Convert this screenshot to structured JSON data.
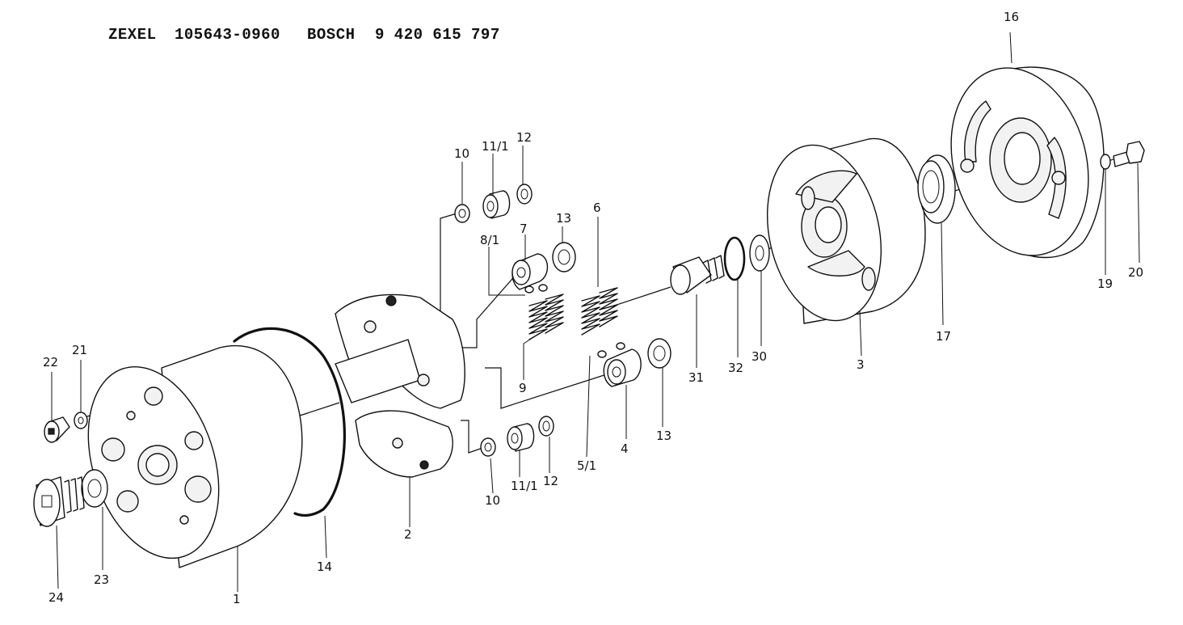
{
  "header": {
    "zexel_label": "ZEXEL",
    "zexel_number": "105643-0960",
    "bosch_label": "BOSCH",
    "bosch_number": "9 420 615 797"
  },
  "callouts": {
    "c1": "1",
    "c2": "2",
    "c3": "3",
    "c4": "4",
    "c5_1": "5/1",
    "c6": "6",
    "c7": "7",
    "c8_1": "8/1",
    "c9": "9",
    "c10_top": "10",
    "c10_bot": "10",
    "c11_1_top": "11/1",
    "c11_1_bot": "11/1",
    "c12_top": "12",
    "c12_bot": "12",
    "c13_top": "13",
    "c13_bot": "13",
    "c14": "14",
    "c16": "16",
    "c17": "17",
    "c19": "19",
    "c20": "20",
    "c21": "21",
    "c22": "22",
    "c23": "23",
    "c24": "24",
    "c30": "30",
    "c31": "31",
    "c32": "32"
  }
}
